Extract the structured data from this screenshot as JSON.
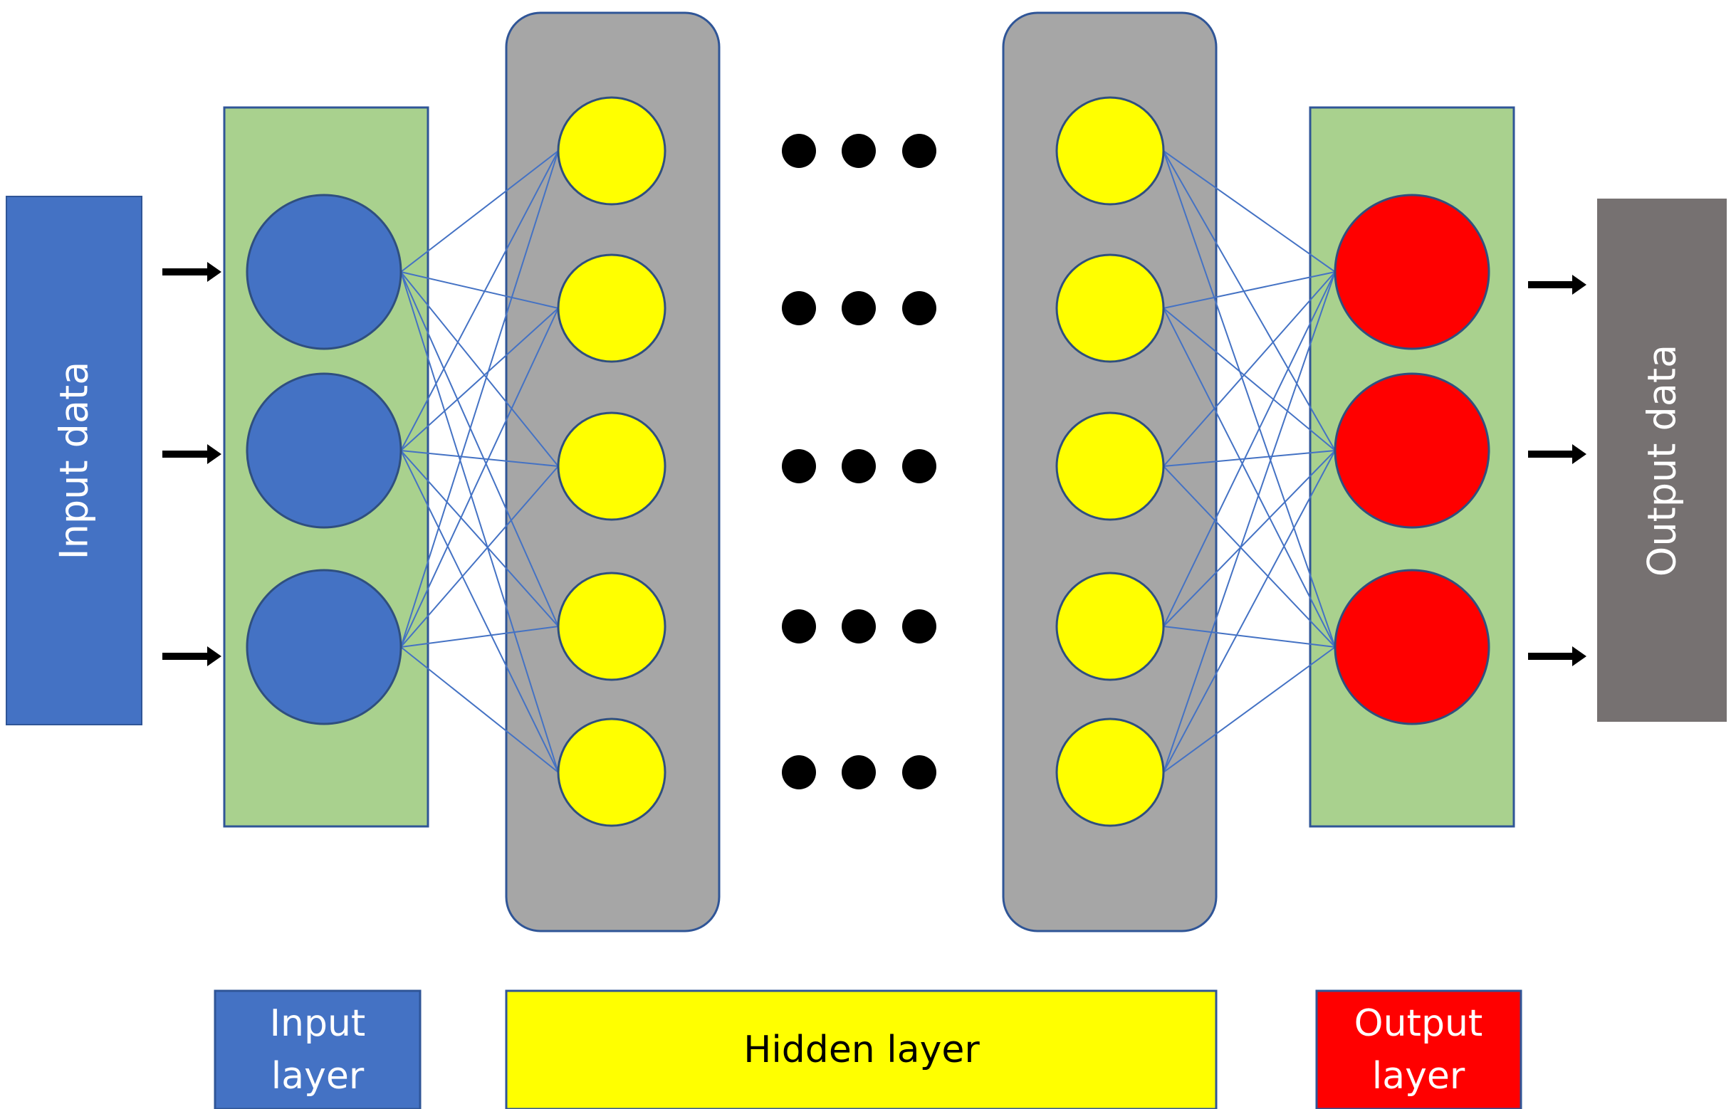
{
  "colors": {
    "background": "#ffffff",
    "input_data_box": "#4472c4",
    "output_data_box": "#767171",
    "layer_panel_green": "#a9d18e",
    "hidden_panel_gray": "#a6a6a6",
    "input_node": "#4472c4",
    "hidden_node": "#ffff00",
    "output_node": "#ff0000",
    "connection_line": "#4472c4",
    "panel_border": "#2f5597",
    "ellipsis_dot": "#000000",
    "arrow": "#000000",
    "light_text": "#ffffff",
    "dark_text": "#000000"
  },
  "labels": {
    "input_data": "Input data",
    "output_data": "Output data"
  },
  "legend": {
    "input": {
      "line1": "Input",
      "line2": "layer"
    },
    "hidden": {
      "text": "Hidden layer"
    },
    "output": {
      "line1": "Output",
      "line2": "layer"
    }
  },
  "network": {
    "input_nodes": 3,
    "hidden_nodes_per_layer": 5,
    "output_nodes": 3,
    "visible_hidden_layers": 2,
    "ellipsis_dots_per_row": 3,
    "input_arrows": 3,
    "output_arrows": 3
  }
}
